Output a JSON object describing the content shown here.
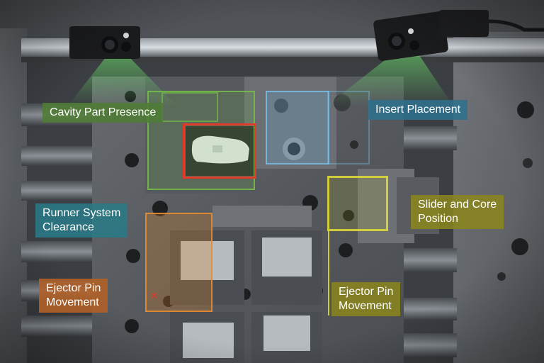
{
  "annotations": {
    "cavity_part_presence": {
      "label": "Cavity Part Presence",
      "color": "#5a8a3c"
    },
    "insert_placement": {
      "label": "Insert Placement",
      "color": "#2f6f8c"
    },
    "runner_system_clearance": {
      "label": "Runner System\nClearance",
      "color": "#2a7a86"
    },
    "slider_and_core_position": {
      "label": "Slider and Core\nPosition",
      "color": "#9a9420"
    },
    "ejector_pin_movement_left": {
      "label": "Ejector Pin\nMovement",
      "color": "#b8652a"
    },
    "ejector_pin_movement_right": {
      "label": "Ejector Pin\nMovement",
      "color": "#9a9420"
    }
  },
  "status": {
    "defect_color": "#e03a2a"
  }
}
